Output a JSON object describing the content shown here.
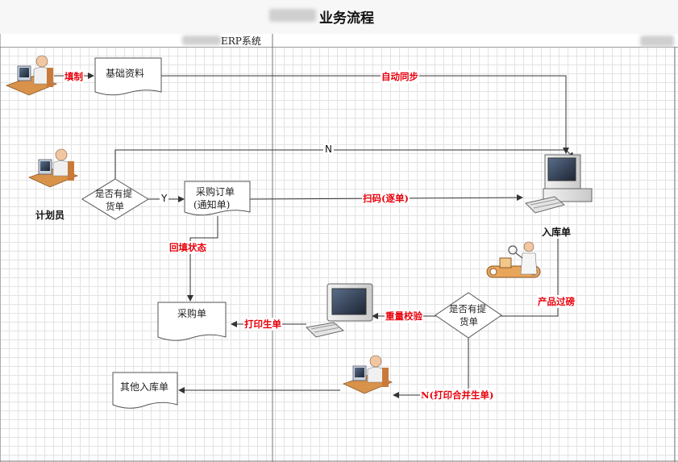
{
  "header": {
    "title": "业务流程",
    "lane_title": "ERP系统"
  },
  "colors": {
    "line": "#333333",
    "label_red": "#e8000b",
    "grid": "#e3e3e3"
  },
  "nodes": {
    "basic_data": "基础资料",
    "has_bill_q1": {
      "line1": "是否有提",
      "line2": "货单"
    },
    "purchase_order": {
      "line1": "采购订单",
      "line2": "(通知单)"
    },
    "purchase_bill": "采购单",
    "other_inbound": "其他入库单",
    "has_bill_q2": {
      "line1": "是否有提",
      "line2": "货单"
    }
  },
  "roles": {
    "planner": "计划员",
    "inbound": "入库单"
  },
  "edge_labels": {
    "fill_in": "填制",
    "auto_sync": "自动同步",
    "n_top": "N",
    "y": "Y",
    "scan": "扫码(逐单)",
    "backfill": "回填状态",
    "product_scale": "产品过磅",
    "weight_check": "重量校验",
    "print_bill": "打印生单",
    "n_merge": "N(打印合并生单)"
  },
  "icons": [
    "user-at-desk-icon",
    "computer-icon",
    "inspector-icon",
    "monitor-keyboard-icon"
  ]
}
